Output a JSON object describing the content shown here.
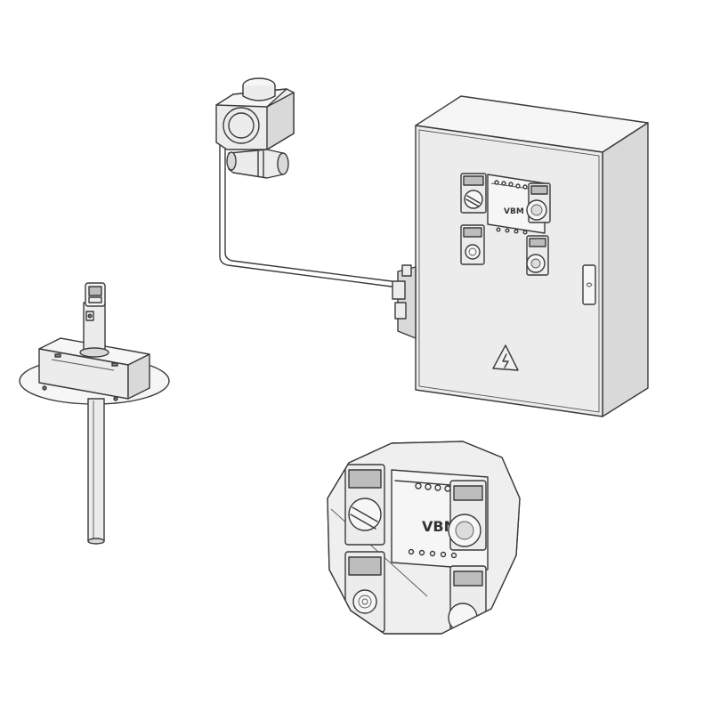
{
  "figure": {
    "logo_text": "VBM",
    "colors": {
      "line": "#3a3a3a",
      "panel_front": "#ececec",
      "panel_side": "#d9d9d9",
      "background": "#ffffff"
    },
    "icons": [
      "solenoid-valve",
      "control-panel",
      "warning-triangle-icon",
      "level-probe",
      "magnifier-inset"
    ]
  }
}
